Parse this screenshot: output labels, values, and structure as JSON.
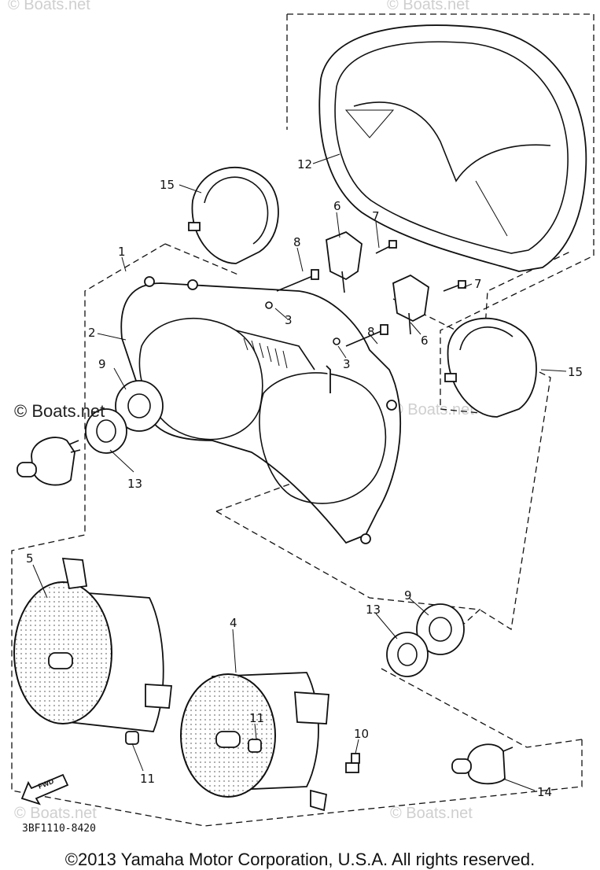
{
  "watermarks": {
    "main": "© Boats.net",
    "faint": "© Boats.net"
  },
  "part_code": "3BF1110-8420",
  "fwd_label": "FWD",
  "copyright": "©2013 Yamaha Motor Corporation, U.S.A. All rights reserved.",
  "callouts": {
    "n1": "1",
    "n2": "2",
    "n3a": "3",
    "n3b": "3",
    "n4": "4",
    "n5": "5",
    "n6a": "6",
    "n6b": "6",
    "n7a": "7",
    "n7b": "7",
    "n8a": "8",
    "n8b": "8",
    "n9a": "9",
    "n9b": "9",
    "n10": "10",
    "n11a": "11",
    "n11b": "11",
    "n12": "12",
    "n13a": "13",
    "n13b": "13",
    "n14": "14",
    "n15a": "15",
    "n15b": "15"
  }
}
